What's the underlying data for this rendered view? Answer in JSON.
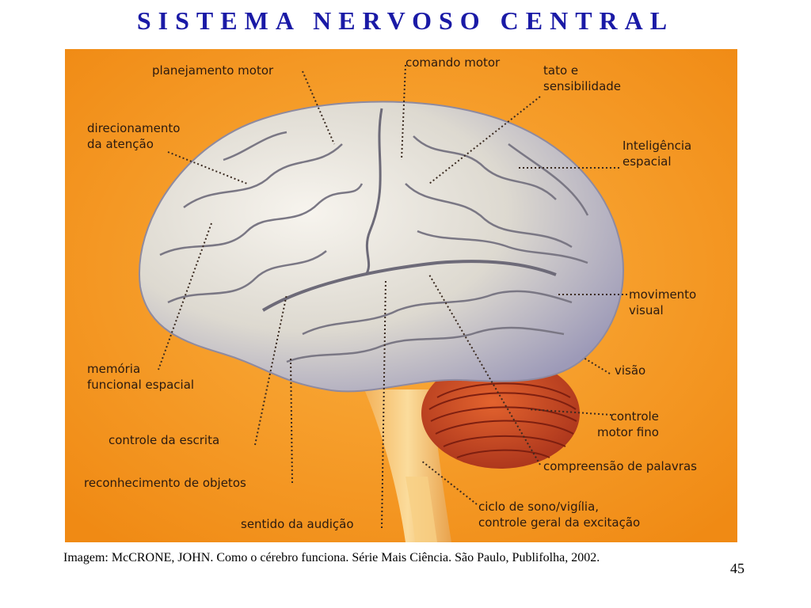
{
  "slide": {
    "title": "SISTEMA NERVOSO CENTRAL",
    "caption": "Imagem: McCRONE, JOHN. Como o cérebro funciona. Série Mais Ciência. São Paulo, Publifolha, 2002.",
    "page_number": "45"
  },
  "diagram": {
    "labels": {
      "planejamento_motor": "planejamento motor",
      "comando_motor": "comando motor",
      "tato_l1": "tato e",
      "tato_l2": "sensibilidade",
      "direcionamento_l1": "direcionamento",
      "direcionamento_l2": "da atenção",
      "inteligencia_l1": "Inteligência",
      "inteligencia_l2": "espacial",
      "movimento_l1": "movimento",
      "movimento_l2": "visual",
      "memoria_l1": "memória",
      "memoria_l2": "funcional espacial",
      "visao": "visão",
      "controle_fino_l1": "controle",
      "controle_fino_l2": "motor fino",
      "controle_escrita": "controle da escrita",
      "compreensao": "compreensão de palavras",
      "reconhecimento": "reconhecimento de objetos",
      "ciclo_l1": "ciclo de sono/vigília,",
      "ciclo_l2": "controle geral da excitação",
      "sentido_audicao": "sentido da audição"
    },
    "colors": {
      "background": "#f5961e",
      "brain_light": "#f3f0ea",
      "brain_shadow": "#a8a6be",
      "cerebellum": "#c8401e",
      "brainstem": "#f7c878",
      "leader": "#3a2a20",
      "title": "#1a1aa6"
    }
  }
}
